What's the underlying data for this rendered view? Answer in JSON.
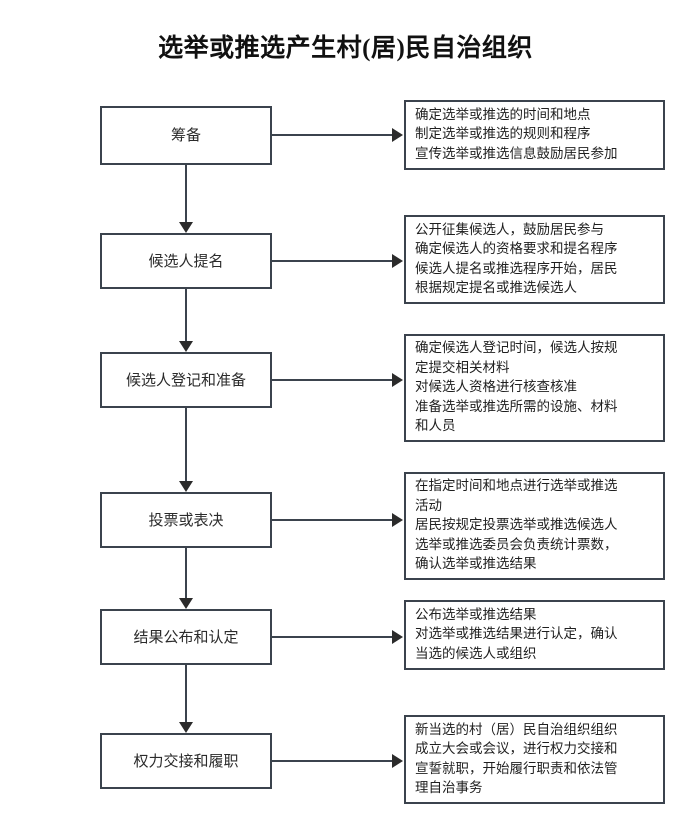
{
  "title": "选举或推选产生村(居)民自治组织",
  "colors": {
    "box_border": "#3b434d",
    "connector": "#3b434d",
    "arrow": "#2b2b2b",
    "background": "#ffffff",
    "text": "#1f1f1f"
  },
  "flow": {
    "orientation": "vertical",
    "stage_count": 6,
    "stages": [
      {
        "id": "preparation",
        "label": "筹备",
        "detail": "确定选举或推选的时间和地点\n制定选举或推选的规则和程序\n宣传选举或推选信息鼓励居民参加",
        "detail_lines": [
          "确定选举或推选的时间和地点",
          "制定选举或推选的规则和程序",
          "宣传选举或推选信息鼓励居民参加"
        ]
      },
      {
        "id": "candidate-nomination",
        "label": "候选人提名",
        "detail": "公开征集候选人，鼓励居民参与\n确定候选人的资格要求和提名程序\n候选人提名或推选程序开始，居民\n根据规定提名或推选候选人",
        "detail_lines": [
          "公开征集候选人，鼓励居民参与",
          "确定候选人的资格要求和提名程序",
          "候选人提名或推选程序开始，居民",
          "根据规定提名或推选候选人"
        ]
      },
      {
        "id": "candidate-registration",
        "label": "候选人登记和准备",
        "detail": "确定候选人登记时间，候选人按规\n定提交相关材料\n对候选人资格进行核查核准\n准备选举或推选所需的设施、材料\n和人员",
        "detail_lines": [
          "确定候选人登记时间，候选人按规",
          "定提交相关材料",
          "对候选人资格进行核查核准",
          "准备选举或推选所需的设施、材料",
          "和人员"
        ]
      },
      {
        "id": "voting",
        "label": "投票或表决",
        "detail": "在指定时间和地点进行选举或推选\n活动\n居民按规定投票选举或推选候选人\n选举或推选委员会负责统计票数，\n确认选举或推选结果",
        "detail_lines": [
          "在指定时间和地点进行选举或推选",
          "活动",
          "居民按规定投票选举或推选候选人",
          "选举或推选委员会负责统计票数，",
          "确认选举或推选结果"
        ]
      },
      {
        "id": "result-announcement",
        "label": "结果公布和认定",
        "detail": "公布选举或推选结果\n对选举或推选结果进行认定，确认\n当选的候选人或组织",
        "detail_lines": [
          "公布选举或推选结果",
          "对选举或推选结果进行认定，确认",
          "当选的候选人或组织"
        ]
      },
      {
        "id": "power-transfer",
        "label": "权力交接和履职",
        "detail": "新当选的村（居）民自治组织组织\n成立大会或会议，进行权力交接和\n宣誓就职，开始履行职责和依法管\n理自治事务",
        "detail_lines": [
          "新当选的村（居）民自治组织组织",
          "成立大会或会议，进行权力交接和",
          "宣誓就职，开始履行职责和依法管",
          "理自治事务"
        ]
      }
    ]
  }
}
